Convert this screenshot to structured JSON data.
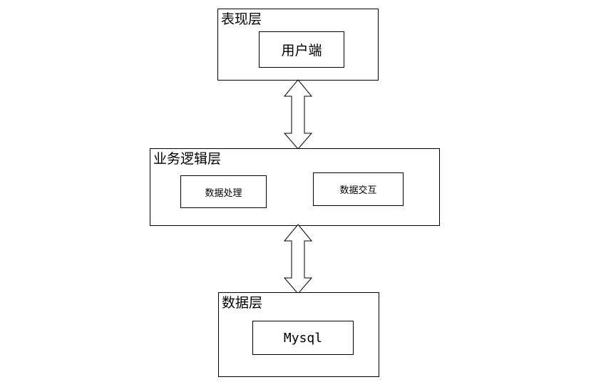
{
  "diagram": {
    "presentation_layer": {
      "title": "表现层",
      "components": [
        "用户端"
      ]
    },
    "business_layer": {
      "title": "业务逻辑层",
      "components": [
        "数据处理",
        "数据交互"
      ]
    },
    "data_layer": {
      "title": "数据层",
      "components": [
        "Mysql"
      ]
    },
    "connections": [
      {
        "from": "表现层",
        "to": "业务逻辑层",
        "type": "bidirectional"
      },
      {
        "from": "业务逻辑层",
        "to": "数据层",
        "type": "bidirectional"
      }
    ]
  }
}
